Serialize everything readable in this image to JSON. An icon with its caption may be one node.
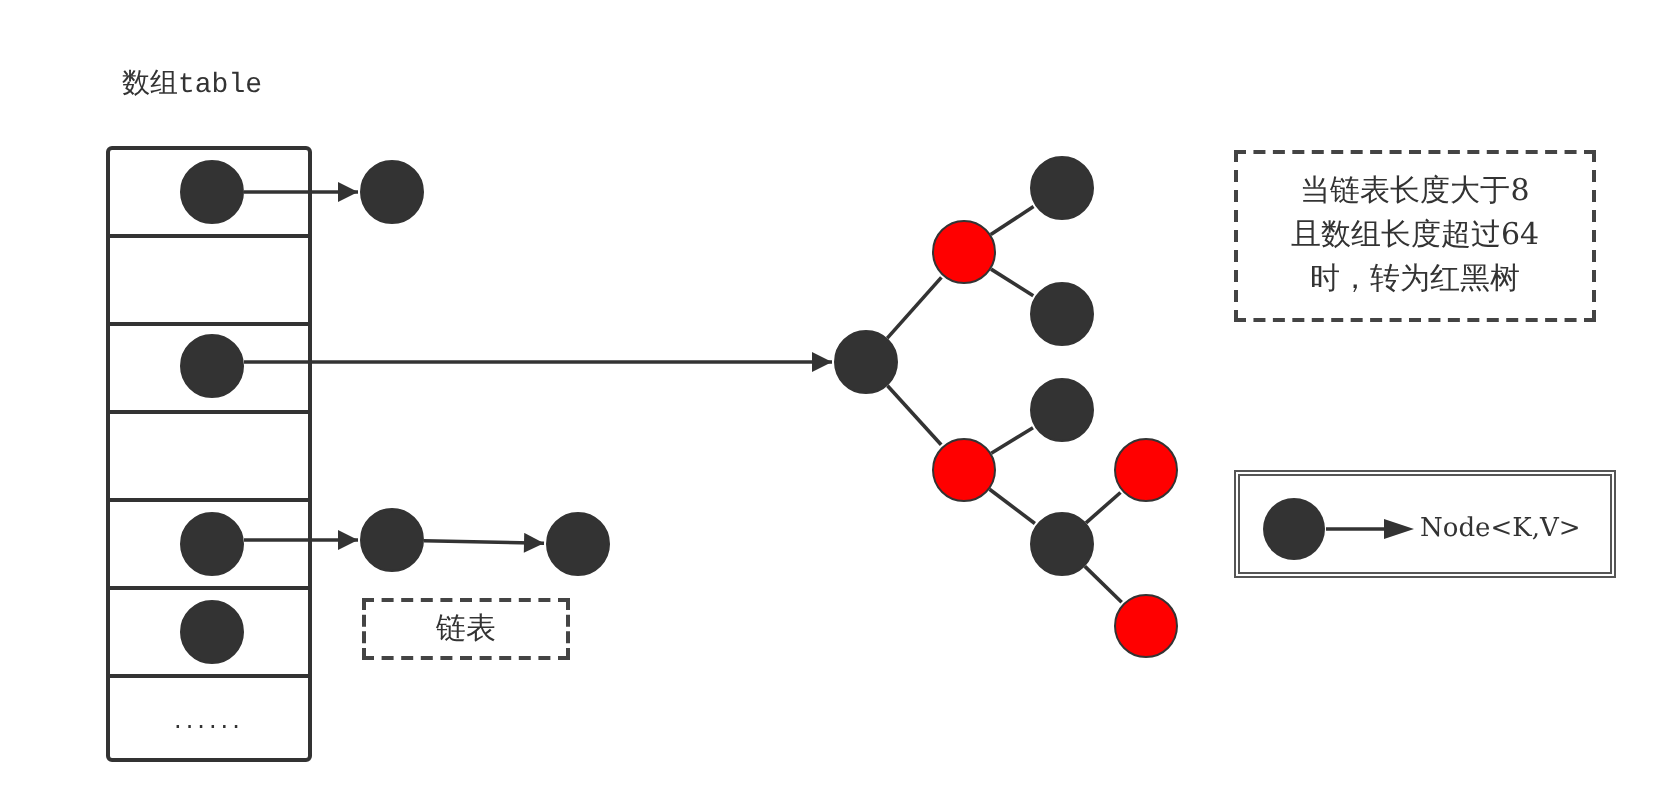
{
  "diagram": {
    "nodes": [
      {
        "text": [
          "数组table"
        ]
      },
      {
        "text": [],
        "shape": "box",
        "in": 0
      },
      {
        "text": [],
        "shape": "box",
        "in": 0
      },
      {
        "text": [],
        "shape": "box",
        "in": 0
      },
      {
        "text": [],
        "shape": "box",
        "in": 0
      },
      {
        "text": [],
        "shape": "box",
        "in": 0
      },
      {
        "text": [],
        "shape": "box",
        "in": 0
      },
      {
        "text": [
          "......"
        ],
        "in": 0
      },
      {
        "text": [],
        "shape": "circle",
        "in": 1
      },
      {
        "text": [],
        "shape": "circle",
        "in": 3
      },
      {
        "text": [],
        "shape": "circle",
        "in": 5
      },
      {
        "text": [],
        "shape": "circle",
        "in": 6
      },
      {
        "text": [],
        "shape": "circle"
      },
      {
        "text": [],
        "shape": "circle"
      },
      {
        "text": [],
        "shape": "circle"
      },
      {
        "text": [],
        "shape": "circle"
      },
      {
        "text": [],
        "shape": "circle"
      },
      {
        "text": [],
        "shape": "circle"
      },
      {
        "text": [],
        "shape": "circle"
      },
      {
        "text": [],
        "shape": "circle"
      },
      {
        "text": [],
        "shape": "circle"
      },
      {
        "text": [],
        "shape": "circle"
      },
      {
        "text": [],
        "shape": "circle"
      },
      {
        "text": [],
        "shape": "circle"
      },
      {
        "text": [
          "链表"
        ]
      },
      {
        "text": [
          "当链表长度大于8且数组长度超过64时，转为红黑树"
        ]
      }
    ],
    "edges": [
      {
        "from": 8,
        "to": 12,
        "arrow": "to"
      },
      {
        "from": 9,
        "to": 15,
        "arrow": "to"
      },
      {
        "from": 10,
        "to": 13,
        "arrow": "to"
      },
      {
        "from": 13,
        "to": 14,
        "arrow": "to"
      },
      {
        "from": 15,
        "to": 16,
        "arrow": "none"
      },
      {
        "from": 15,
        "to": 17,
        "arrow": "none"
      },
      {
        "from": 16,
        "to": 18,
        "arrow": "none"
      },
      {
        "from": 16,
        "to": 19,
        "arrow": "none"
      },
      {
        "from": 17,
        "to": 20,
        "arrow": "none"
      },
      {
        "from": 17,
        "to": 21,
        "arrow": "none"
      },
      {
        "from": 21,
        "to": 22,
        "arrow": "none"
      },
      {
        "from": 21,
        "to": 23,
        "arrow": "none"
      }
    ],
    "legend": [
      {
        "text": "Node<K,V>"
      }
    ]
  }
}
